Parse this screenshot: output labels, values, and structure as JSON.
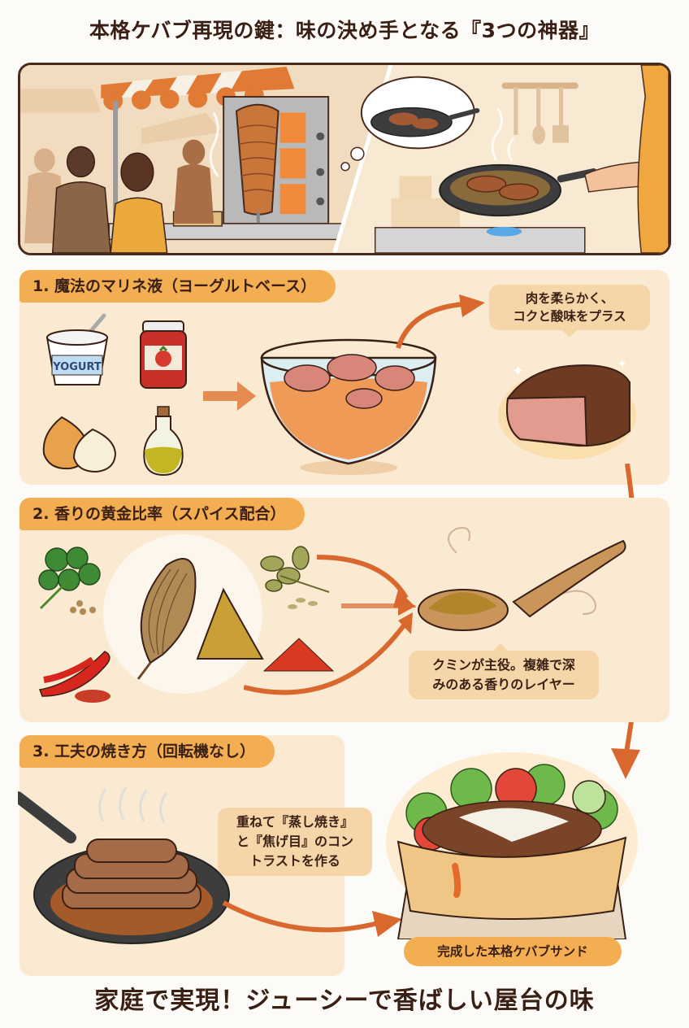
{
  "title": "本格ケバブ再現の鍵：味の決め手となる『3つの神器』",
  "hero": {
    "left_scene": "kebab-stall-with-doner-rotisserie",
    "right_scene": "home-kitchen-frying-pan",
    "colors": {
      "border": "#4a2a1c",
      "awning_orange": "#e07a35",
      "awning_white": "#f7f0e4",
      "apron": "#f0a73f"
    }
  },
  "sections": [
    {
      "number": "1.",
      "label": "1. 魔法のマリネ液（ヨーグルトベース）",
      "ingredients": [
        "yogurt",
        "tomato-paste",
        "onion",
        "olive-oil"
      ],
      "ingredient_text": {
        "yogurt_label": "YOGURT"
      },
      "bubble": [
        "肉を柔らかく、",
        "コクと酸味をプラス"
      ]
    },
    {
      "number": "2.",
      "label": "2. 香りの黄金比率（スパイス配合）",
      "ingredients": [
        "coriander",
        "cumin-seed-and-powder",
        "oregano",
        "chili-pepper",
        "paprika"
      ],
      "bubble": [
        "クミンが主役。複雑で深",
        "みのある香りのレイヤー"
      ]
    },
    {
      "number": "3.",
      "label": "3. 工夫の焼き方（回転機なし）",
      "ingredients": [
        "stacked-meat-in-pan"
      ],
      "bubble": [
        "重ねて『蒸し焼き』",
        "と『焦げ目』のコン",
        "トラストを作る"
      ]
    }
  ],
  "final": {
    "label": "完成した本格ケバブサンド"
  },
  "footer": "家庭で実現！ジューシーで香ばしい屋台の味",
  "colors": {
    "background": "#fdfbf7",
    "panel": "#fbead2",
    "label_orange": "#f4ae52",
    "bubble": "#f6d6a8",
    "arrow": "#d9682e",
    "text": "#3a1f14"
  }
}
